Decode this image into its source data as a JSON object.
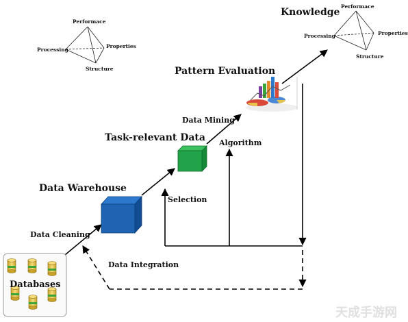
{
  "stages": {
    "databases": "Databases",
    "data_warehouse": "Data Warehouse",
    "task_relevant_data": "Task-relevant Data",
    "pattern_evaluation": "Pattern Evaluation",
    "knowledge": "Knowledge"
  },
  "processes": {
    "data_cleaning": "Data Cleaning",
    "data_integration": "Data Integration",
    "selection": "Selection",
    "data_mining": "Data Mining",
    "algorithm": "Algorithm"
  },
  "tetrahedron": {
    "performance": "Performace",
    "processing": "Processing",
    "properties": "Properties",
    "structure": "Structure"
  },
  "colors": {
    "warehouse_cube": "#1f63b3",
    "task_cube": "#22a34a",
    "database_cylinder": "#e8c34a",
    "database_ring": "#3aa63a",
    "arrow": "#000000"
  },
  "watermark": "天成手游网"
}
